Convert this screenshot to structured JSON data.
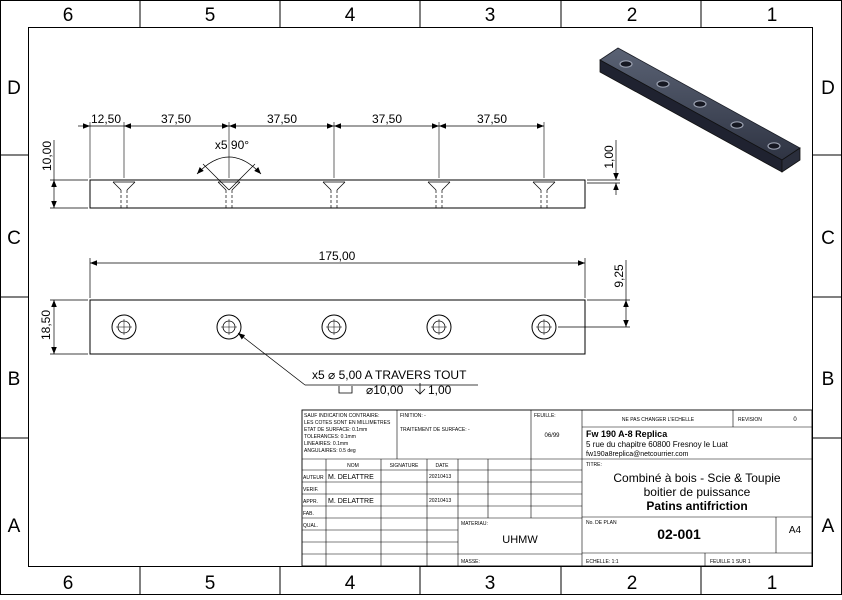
{
  "zones": {
    "columns": [
      "6",
      "5",
      "4",
      "3",
      "2",
      "1"
    ],
    "rows": [
      "D",
      "C",
      "B",
      "A"
    ]
  },
  "dims": {
    "d1": "12,50",
    "d2": "37,50",
    "d3": "37,50",
    "d4": "37,50",
    "d5": "37,50",
    "height": "10,00",
    "counter_depth": "1,00",
    "csk_angle": "x5 90°",
    "length": "175,00",
    "width": "18,50",
    "edge": "9,25"
  },
  "hole_note": {
    "line1": "x5 ⌀ 5,00 A TRAVERS TOUT",
    "line2": "⌀10,00",
    "line2_depth": "1,00"
  },
  "title_block": {
    "tolerance": [
      "SAUF INDICATION CONTRAIRE:",
      "LES COTES SONT EN MILLIMETRES",
      "ETAT DE SURFACE: 0.1mm",
      "TOLERANCES:  0.1mm",
      "     LINEAIRES:  0.1mm",
      "     ANGULAIRES:  0.5 deg"
    ],
    "finition": "FINITION: -",
    "traitement": "TRAITEMENT DE SURFACE: -",
    "feuille_label": "FEUILLE:",
    "feuille_value": "06/99",
    "ne_pas": "NE PAS CHANGER L'ECHELLE",
    "revision_label": "REVISION",
    "revision_value": "0",
    "company_name": "Fw 190 A-8 Replica",
    "company_addr": "5 rue du chapitre 60800 Fresnoy le Luat",
    "company_mail": "fw190a8replica@netcourrier.com",
    "col_nom": "NOM",
    "col_signature": "SIGNATURE",
    "col_date": "DATE",
    "row_auteur": "AUTEUR",
    "row_verif": "VERIF.",
    "row_appr": "APPR.",
    "row_fab": "FAB.",
    "row_qual": "QUAL.",
    "auteur_name": "M. DELATTRE",
    "auteur_date": "20210413",
    "appr_name": "M. DELATTRE",
    "appr_date": "20210413",
    "titre_label": "TITRE:",
    "title_1": "Combiné à bois - Scie & Toupie",
    "title_2": "boitier de puissance",
    "title_3": "Patins antifriction",
    "materiau_label": "MATERIAU:",
    "materiau_value": "UHMW",
    "masse_label": "MASSE:",
    "plan_label": "No. DE PLAN",
    "plan_value": "02-001",
    "format": "A4",
    "echelle": "ECHELLE: 1:1",
    "feuille_footer": "FEUILLE 1 SUR 1"
  }
}
